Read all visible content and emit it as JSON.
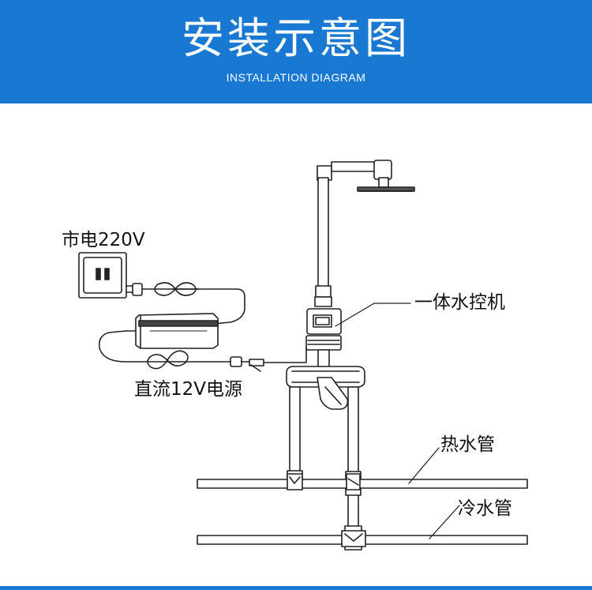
{
  "header": {
    "title": "安装示意图",
    "subtitle": "INSTALLATION DIAGRAM"
  },
  "labels": {
    "mains_power": "市电220V",
    "dc_power": "直流12V电源",
    "controller": "一体水控机",
    "hot_pipe": "热水管",
    "cold_pipe": "冷水管"
  },
  "colors": {
    "brand_blue": "#1878d2",
    "line": "#222222"
  }
}
